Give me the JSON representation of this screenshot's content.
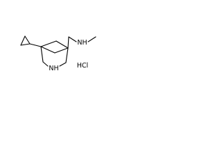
{
  "molecule": {
    "atoms": {
      "secondary_amine_ring_label": "NH",
      "methylamine_label": "NH",
      "salt_label": "HCl"
    }
  }
}
